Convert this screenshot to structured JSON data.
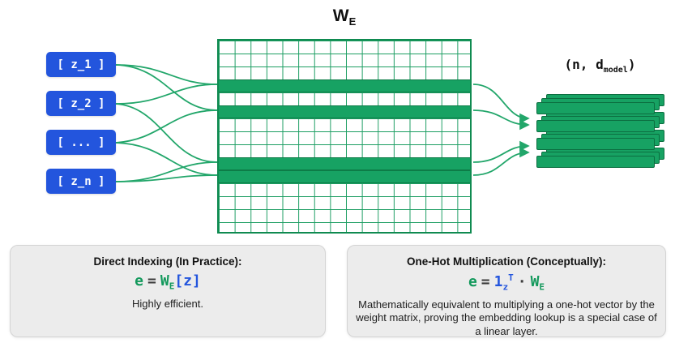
{
  "diagram": {
    "matrix_label": {
      "base": "W",
      "sub": "E"
    },
    "tokens": [
      {
        "label": "[ z_1 ]"
      },
      {
        "label": "[ z_2 ]"
      },
      {
        "label": "[ ... ]"
      },
      {
        "label": "[ z_n ]"
      }
    ],
    "matrix": {
      "rows": 15,
      "cols": 16,
      "highlighted_rows": [
        3,
        5,
        9,
        10
      ]
    },
    "output_label": {
      "prefix": "(n, d",
      "sub": "model",
      "suffix": ")"
    },
    "stack": {
      "groups": 4,
      "layers": 3
    },
    "colors": {
      "green": "#17a263",
      "green_dark": "#0c6e40",
      "blue": "#2355dd"
    }
  },
  "cards": [
    {
      "title": "Direct Indexing (In Practice):",
      "formula": {
        "e": "e",
        "eq": "=",
        "we_base": "W",
        "we_sub": "E",
        "z": "[z]"
      },
      "note": "Highly efficient."
    },
    {
      "title": "One-Hot Multiplication (Conceptually):",
      "formula": {
        "e": "e",
        "eq": "=",
        "one": "1",
        "one_sub": "z",
        "one_sup": "T",
        "dot": "·",
        "we_base": "W",
        "we_sub": "E"
      },
      "note": "Mathematically equivalent to multiplying a one-hot vector by the weight matrix, proving the embedding lookup is a special case of a linear layer."
    }
  ]
}
